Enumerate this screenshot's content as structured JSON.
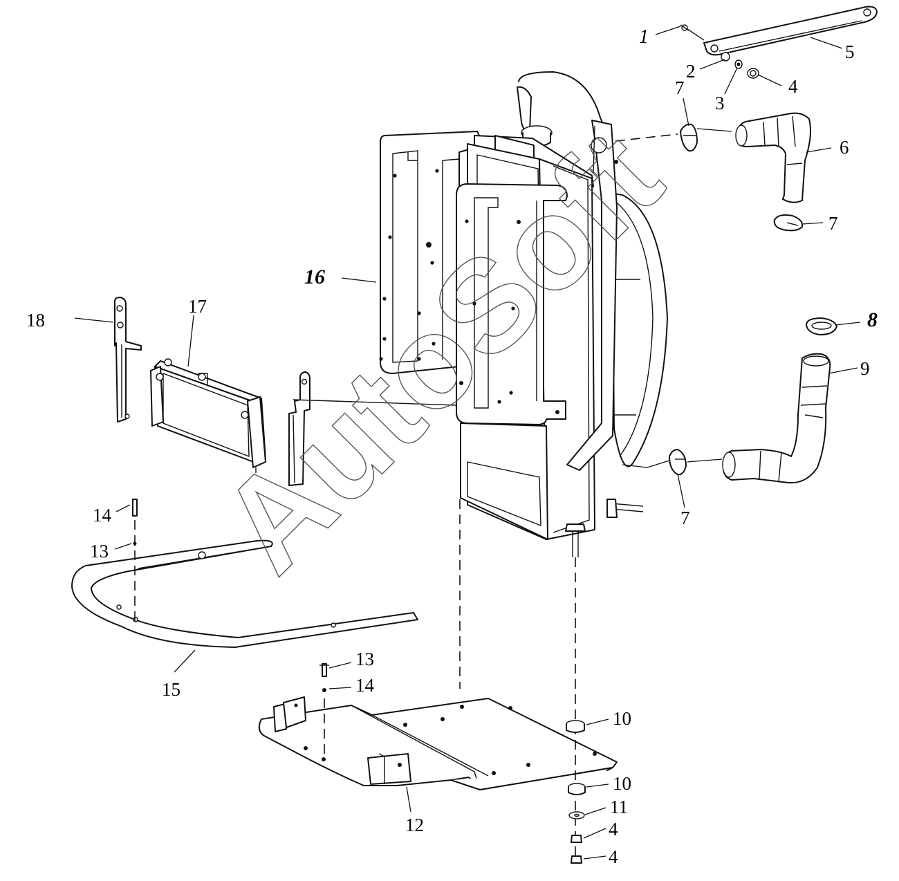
{
  "watermark": "AutoSoft",
  "callouts": {
    "c1": "1",
    "c2": "2",
    "c3": "3",
    "c4a": "4",
    "c4b": "4",
    "c4c": "4",
    "c5": "5",
    "c6": "6",
    "c7a": "7",
    "c7b": "7",
    "c7c": "7",
    "c8": "8",
    "c9": "9",
    "c10a": "10",
    "c10b": "10",
    "c11": "11",
    "c12": "12",
    "c13a": "13",
    "c13b": "13",
    "c14a": "14",
    "c14b": "14",
    "c15": "15",
    "c16": "16",
    "c17": "17",
    "c18": "18"
  }
}
